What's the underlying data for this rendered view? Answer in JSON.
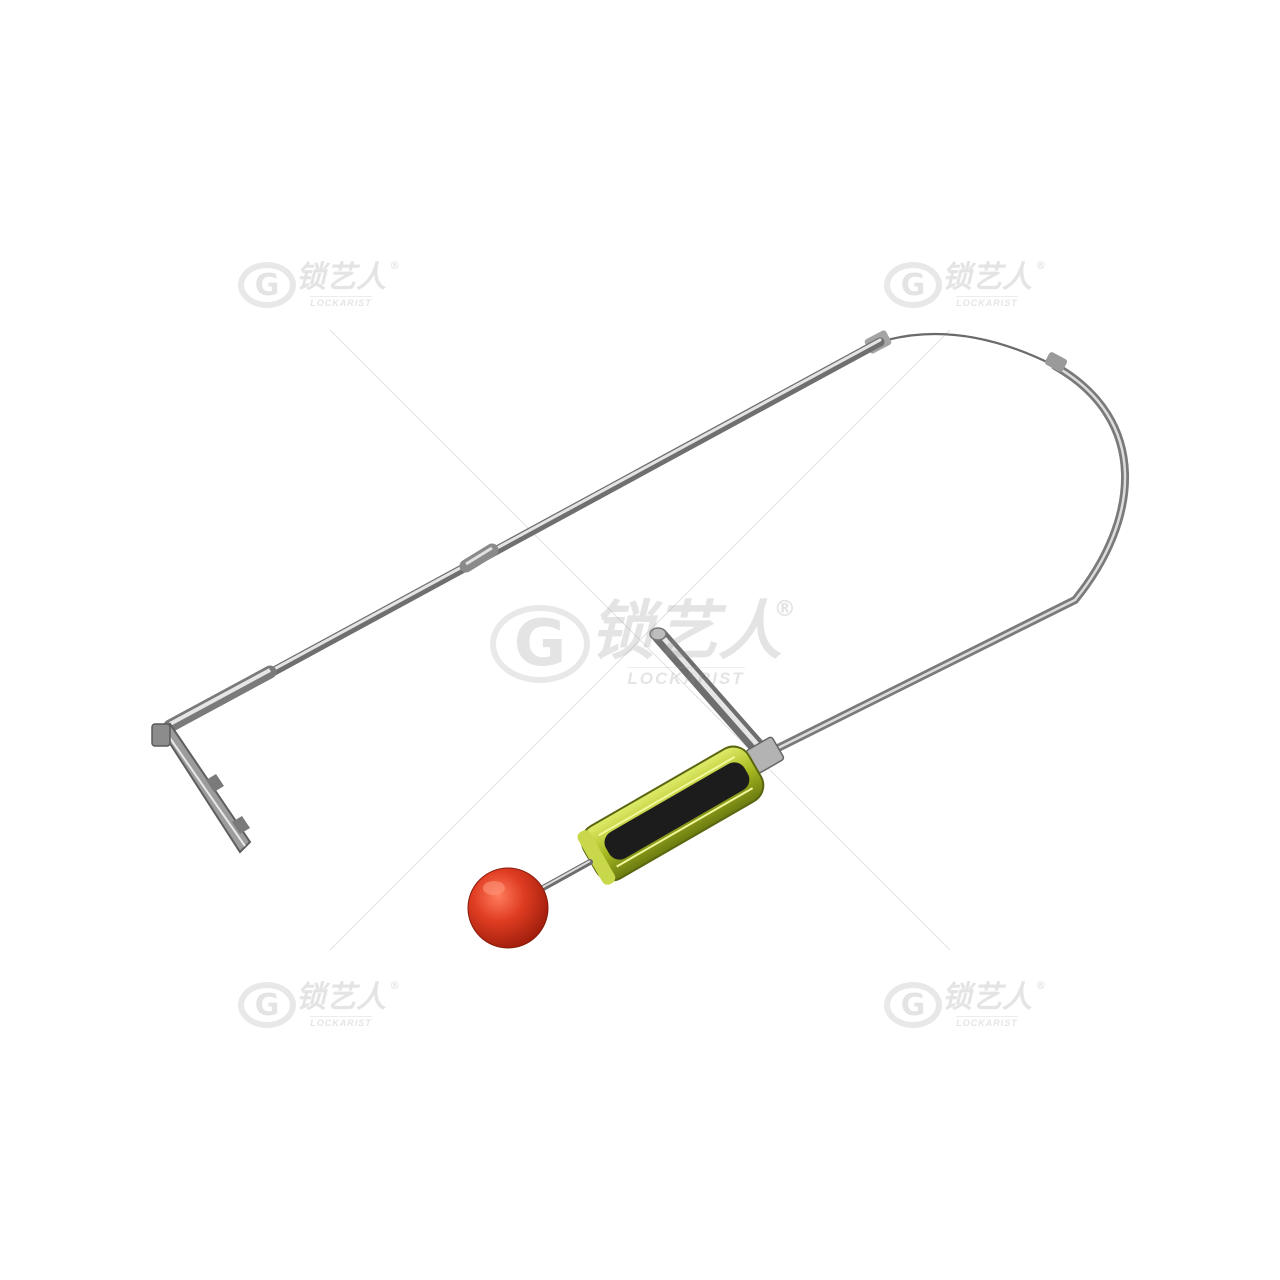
{
  "watermark": {
    "logo_glyph": "G",
    "brand_cn": "锁艺人",
    "registered_mark": "®",
    "brand_en": "LOCKARIST"
  },
  "colors": {
    "background": "#ffffff",
    "steel_dark": "#6e6e6e",
    "steel_light": "#d9d9d9",
    "handle_yellow": "#b8c83a",
    "handle_black": "#1c1c1c",
    "knob_red": "#d7361e"
  },
  "objects": [
    "steel-rod-icon",
    "wire-loop-icon",
    "hook-tip-icon",
    "t-bar-icon",
    "screwdriver-handle-icon",
    "red-ball-knob-icon"
  ]
}
